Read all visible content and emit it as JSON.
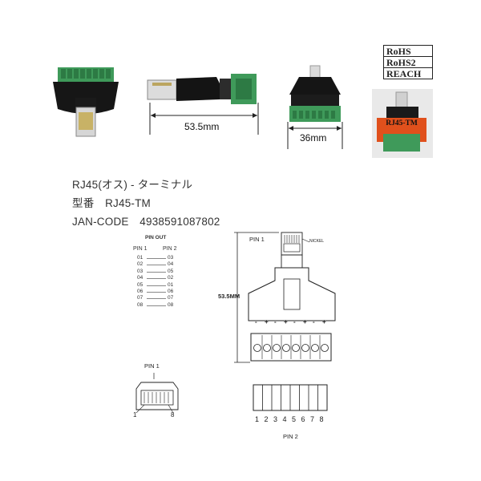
{
  "dimensions": {
    "length": "53.5mm",
    "width": "36mm"
  },
  "certifications": [
    "RoHS",
    "RoHS2",
    "REACH"
  ],
  "package_label": "RJ45-TM",
  "product": {
    "name": "RJ45(オス) - ターミナル",
    "model_line": "型番　RJ45-TM",
    "jan_line": "JAN-CODE　4938591087802"
  },
  "pinout": {
    "title": "PIN OUT",
    "col1": "PIN 1",
    "col2": "PIN 2",
    "rows": [
      [
        "01",
        "03"
      ],
      [
        "02",
        "04"
      ],
      [
        "03",
        "05"
      ],
      [
        "04",
        "02"
      ],
      [
        "05",
        "01"
      ],
      [
        "06",
        "06"
      ],
      [
        "07",
        "07"
      ],
      [
        "08",
        "08"
      ]
    ]
  },
  "drawing": {
    "pin1_label": "PIN 1",
    "nickel_label": "NICKEL",
    "length_label": "53.5MM",
    "polarity": [
      "-",
      "+",
      "-",
      "+",
      "-",
      "+",
      "-",
      "+"
    ],
    "pin2_numbers": [
      "1",
      "2",
      "3",
      "4",
      "5",
      "6",
      "7",
      "8"
    ],
    "pin2_label": "PIN 2"
  },
  "plug": {
    "pin1_label": "PIN 1",
    "left_num": "1",
    "right_num": "8"
  }
}
